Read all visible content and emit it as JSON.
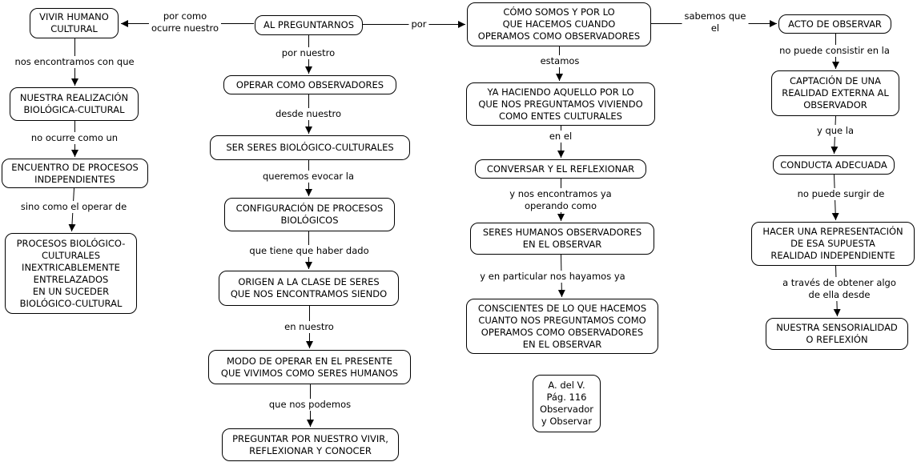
{
  "title": "Mapa conceptual: Observador y Observar",
  "colors": {
    "node_border": "#000000",
    "node_background": "#ffffff",
    "text": "#000000",
    "arrow": "#000000"
  },
  "nodes": {
    "vivir": "VIVIR HUMANO\nCULTURAL",
    "nuestra_realizacion": "NUESTRA REALIZACIÓN\nBIOLÓGICA-CULTURAL",
    "encuentro": "ENCUENTRO DE PROCESOS\nINDEPENDIENTES",
    "procesos": "PROCESOS BIOLÓGICO-\nCULTURALES\nINEXTRICABLEMENTE\nENTRELAZADOS\nEN UN SUCEDER\nBIOLÓGICO-CULTURAL",
    "al_preguntarnos": "AL PREGUNTARNOS",
    "operar": "OPERAR COMO OBSERVADORES",
    "ser_seres": "SER SERES BIOLÓGICO-CULTURALES",
    "configuracion": "CONFIGURACIÓN DE PROCESOS\nBIOLÓGICOS",
    "origen": "ORIGEN A LA CLASE DE SERES\nQUE NOS ENCONTRAMOS SIENDO",
    "modo": "MODO DE OPERAR EN EL PRESENTE\nQUE VIVIMOS COMO SERES HUMANOS",
    "preguntar": "PREGUNTAR POR NUESTRO VIVIR,\nREFLEXIONAR Y CONOCER",
    "como_somos": "CÓMO SOMOS Y POR LO\nQUE HACEMOS CUANDO\nOPERAMOS COMO OBSERVADORES",
    "ya_haciendo": "YA HACIENDO AQUELLO POR LO\nQUE NOS PREGUNTAMOS VIVIENDO\nCOMO ENTES CULTURALES",
    "conversar": "CONVERSAR Y EL REFLEXIONAR",
    "seres_humanos": "SERES HUMANOS OBSERVADORES\nEN EL OBSERVAR",
    "conscientes": "CONSCIENTES DE LO QUE HACEMOS\nCUANTO NOS PREGUNTAMOS COMO\nOPERAMOS COMO OBSERVADORES\nEN EL OBSERVAR",
    "cita": "A. del V.\nPág. 116\nObservador\ny Observar",
    "acto": "ACTO DE OBSERVAR",
    "captacion": "CAPTACIÓN DE UNA\nREALIDAD EXTERNA AL\nOBSERVADOR",
    "conducta": "CONDUCTA ADECUADA",
    "hacer": "HACER UNA REPRESENTACIÓN\nDE ESA SUPUESTA\nREALIDAD INDEPENDIENTE",
    "sensorialidad": "NUESTRA SENSORIALIDAD\nO REFLEXIÓN"
  },
  "edge_labels": {
    "por_como": "por como\nocurre nuestro",
    "por": "por",
    "sabemos": "sabemos que\nel",
    "nos_encontramos": "nos encontramos con que",
    "no_ocurre": "no ocurre como un",
    "sino_como": "sino como el operar de",
    "por_nuestro": "por nuestro",
    "desde_nuestro": "desde nuestro",
    "queremos": "queremos evocar la",
    "que_tiene": "que tiene que haber dado",
    "en_nuestro": "en nuestro",
    "que_nos": "que nos podemos",
    "estamos": "estamos",
    "en_el": "en el",
    "y_nos": "y nos encontramos ya\noperando como",
    "y_en_particular": "y en particular nos hayamos ya",
    "no_puede_consistir": "no puede consistir en la",
    "y_que_la": "y que la",
    "no_puede_surgir": "no puede surgir de",
    "a_traves": "a través de obtener algo\nde ella desde"
  }
}
